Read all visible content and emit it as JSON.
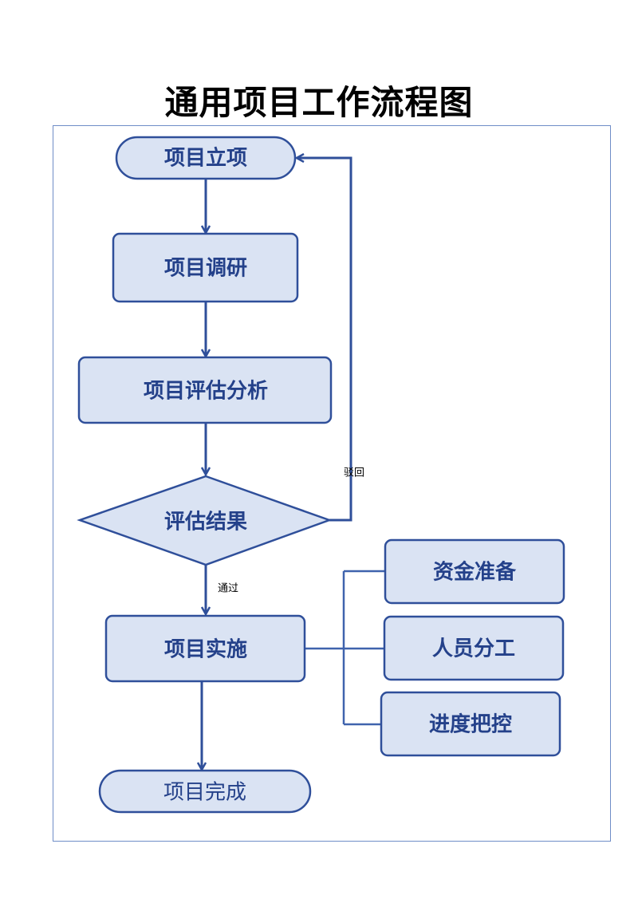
{
  "title": "通用项目工作流程图",
  "nodes": {
    "start": "项目立项",
    "research": "项目调研",
    "evaluate": "项目评估分析",
    "decision": "评估结果",
    "implement": "项目实施",
    "funds": "资金准备",
    "staff": "人员分工",
    "progress": "进度把控",
    "end": "项目完成"
  },
  "edges": {
    "reject": "驳回",
    "pass": "通过"
  },
  "colors": {
    "fill": "#dae3f3",
    "stroke": "#2f4f9a",
    "text": "#24418a",
    "frame": "#6f8dc7"
  }
}
